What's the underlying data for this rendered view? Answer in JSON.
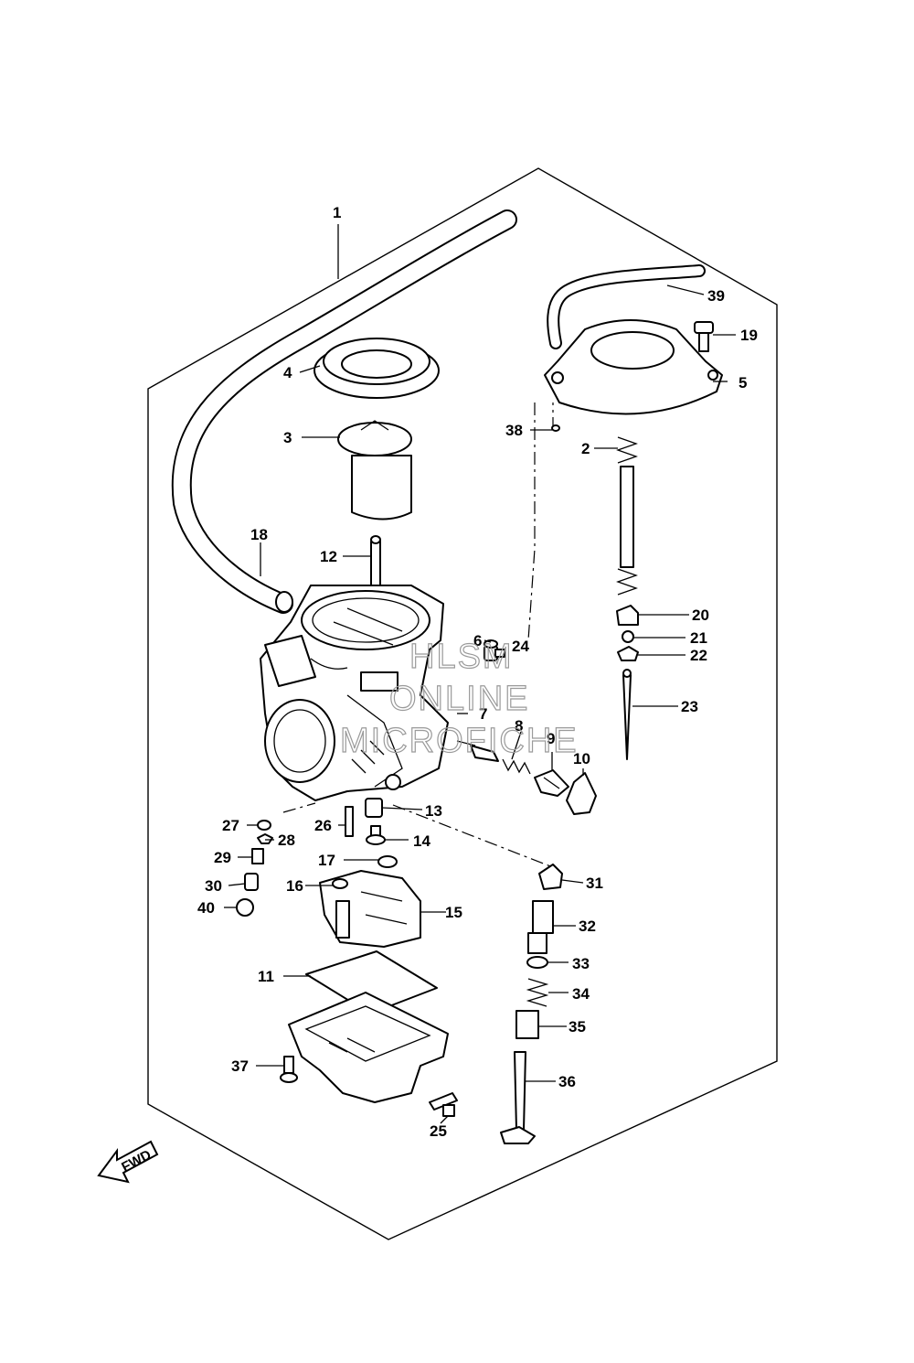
{
  "diagram": {
    "callouts": [
      "1",
      "2",
      "3",
      "4",
      "5",
      "6",
      "7",
      "8",
      "9",
      "10",
      "11",
      "12",
      "13",
      "14",
      "15",
      "16",
      "17",
      "18",
      "19",
      "20",
      "21",
      "22",
      "23",
      "24",
      "25",
      "26",
      "27",
      "28",
      "29",
      "30",
      "31",
      "32",
      "33",
      "34",
      "35",
      "36",
      "37",
      "38",
      "39",
      "40"
    ],
    "watermark": [
      "HLSM",
      "ONLINE",
      "MICROFICHE"
    ],
    "direction_label": "FWD"
  }
}
